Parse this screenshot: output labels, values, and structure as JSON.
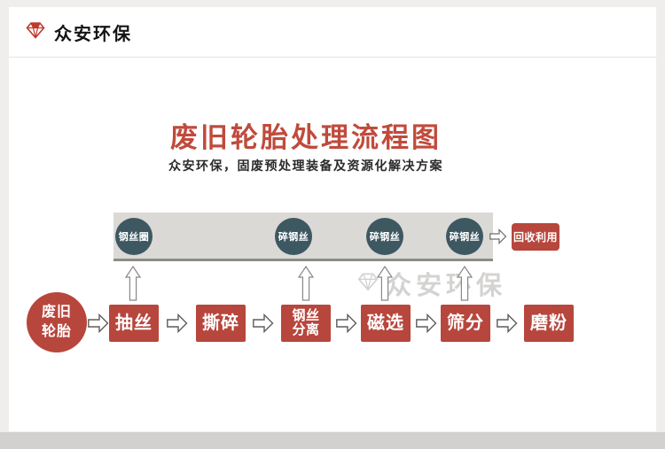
{
  "header": {
    "brand": "众安环保"
  },
  "hero": {
    "title": "废旧轮胎处理流程图",
    "subtitle": "众安环保，固废预处理装备及资源化解决方案"
  },
  "byproducts": {
    "items": [
      {
        "label": "钢丝圈"
      },
      {
        "label": "碎钢丝"
      },
      {
        "label": "碎钢丝"
      },
      {
        "label": "碎钢丝"
      }
    ],
    "recycle_label": "回收利用"
  },
  "flow": {
    "source_label": "废旧\n轮胎",
    "steps": [
      {
        "label": "抽丝"
      },
      {
        "label": "撕碎"
      },
      {
        "label": "钢丝\n分离"
      },
      {
        "label": "磁选"
      },
      {
        "label": "筛分"
      },
      {
        "label": "磨粉"
      }
    ]
  },
  "watermark": {
    "text": "众安环保"
  },
  "colors": {
    "accent_red": "#b7463c",
    "title_red": "#c04b3c",
    "circle_slate": "#3e5862",
    "band_gray": "#dbd9d6",
    "page_bg": "#efeeec"
  }
}
